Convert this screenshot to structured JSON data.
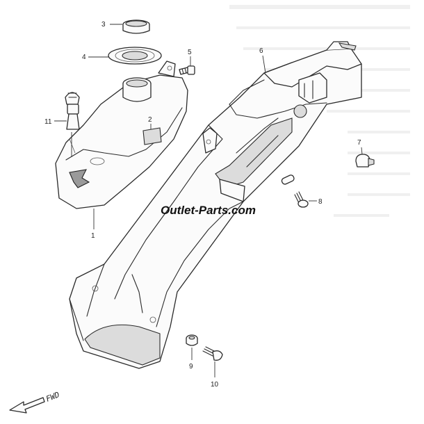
{
  "watermark": "Outlet-Parts.com",
  "direction_label": "FWD",
  "callouts": {
    "c1": "1",
    "c2": "2",
    "c3": "3",
    "c4": "4",
    "c5": "5",
    "c6": "6",
    "c7": "7",
    "c8": "8",
    "c9": "9",
    "c10": "10",
    "c11": "11"
  },
  "colors": {
    "line": "#2a2a2a",
    "paper": "#ffffff"
  }
}
